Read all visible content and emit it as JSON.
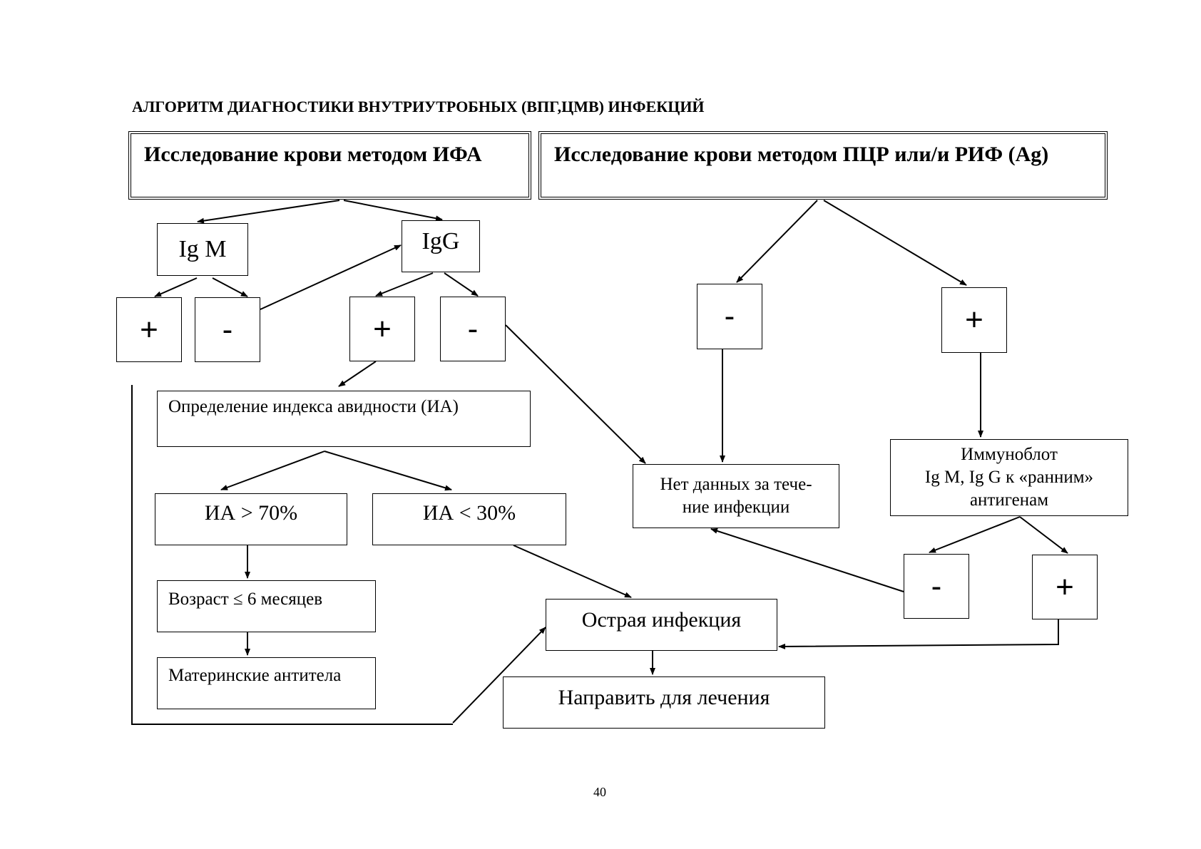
{
  "title": "АЛГОРИТМ ДИАГНОСТИКИ ВНУТРИУТРОБНЫХ (ВПГ,ЦМВ) ИНФЕКЦИЙ",
  "page_number": "40",
  "nodes": {
    "ifa_header": "Исследование крови методом ИФА",
    "pcr_header": "Исследование крови методом ПЦР или/и РИФ (Ag)",
    "igm": "Ig M",
    "igg": "IgG",
    "igm_plus": "+",
    "igm_minus": "-",
    "igg_plus": "+",
    "igg_minus": "-",
    "avidity": "Определение индекса авидности (ИА)",
    "ia_high": "ИА > 70%",
    "ia_low": "ИА < 30%",
    "age": "Возраст ≤ 6 месяцев",
    "maternal": "Материнские антитела",
    "pcr_minus": "-",
    "pcr_plus": "+",
    "no_data_line1": "Нет данных за тече-",
    "no_data_line2": "ние инфекции",
    "immunoblot_line1": "Иммуноблот",
    "immunoblot_line2": "Ig M, Ig G к «ранним»",
    "immunoblot_line3": "антигенам",
    "blot_minus": "-",
    "blot_plus": "+",
    "acute": "Острая инфекция",
    "treatment": "Направить для лечения"
  }
}
